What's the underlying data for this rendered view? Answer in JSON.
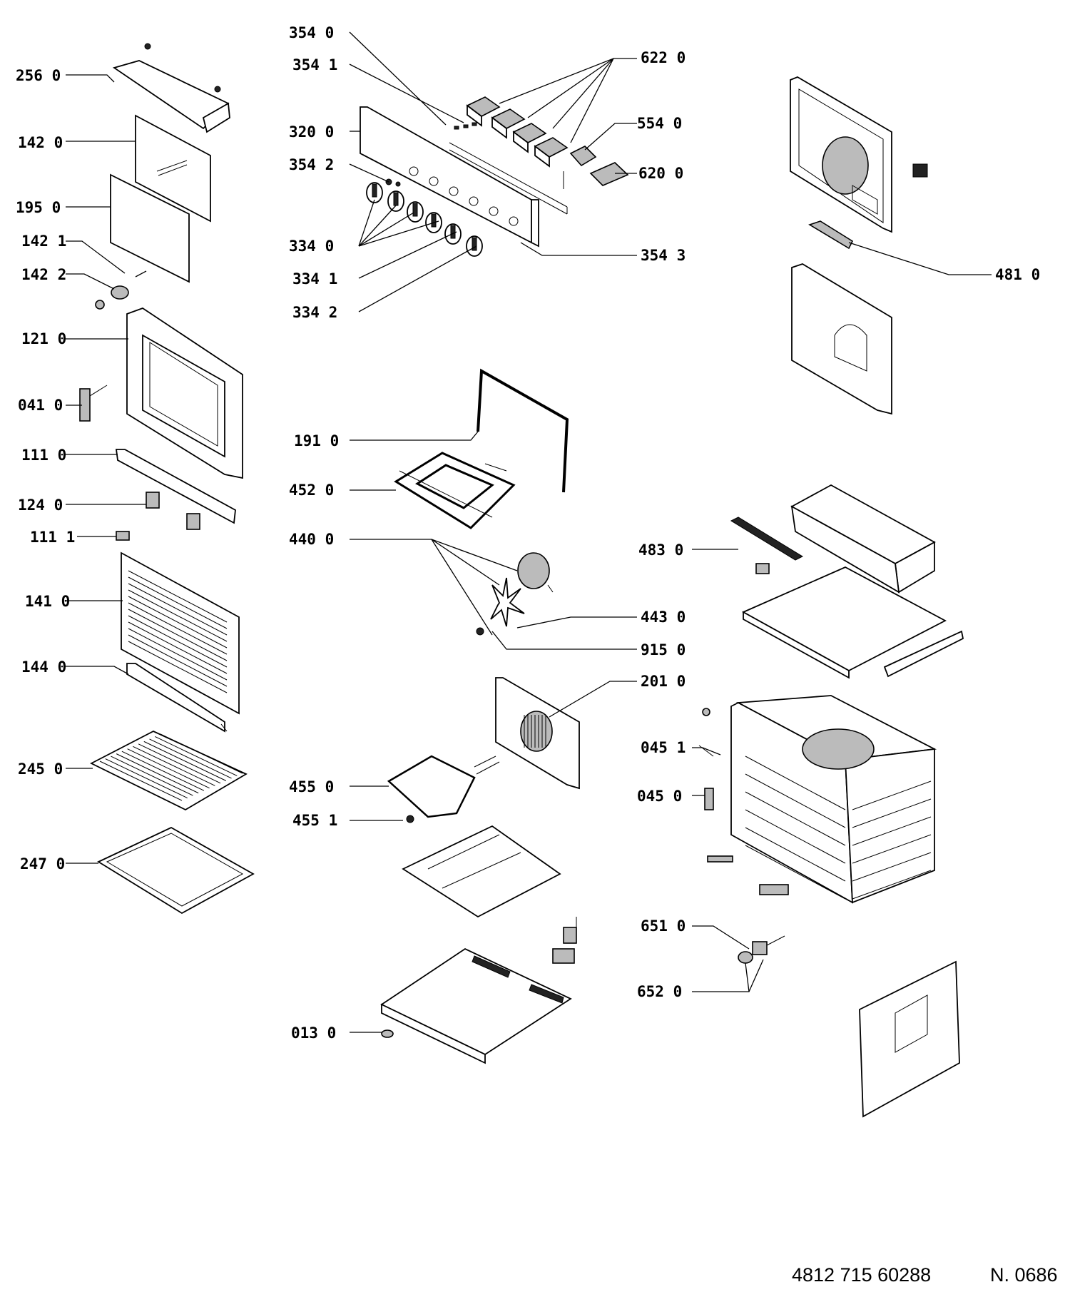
{
  "labels": [
    "256 0",
    "142 0",
    "195 0",
    "142 1",
    "142 2",
    "121 0",
    "041 0",
    "111 0",
    "124 0",
    "111 1",
    "141 0",
    "144 0",
    "245 0",
    "247 0",
    "354 0",
    "354 1",
    "320 0",
    "354 2",
    "334 0",
    "334 1",
    "334 2",
    "622 0",
    "554 0",
    "620 0",
    "354 3",
    "191 0",
    "452 0",
    "440 0",
    "443 0",
    "915 0",
    "201 0",
    "455 0",
    "455 1",
    "013 0",
    "481 0",
    "483 0",
    "045 1",
    "045 0",
    "651 0",
    "652 0"
  ],
  "footer": {
    "doc_number": "4812 715 60288",
    "code": "N. 0686"
  }
}
